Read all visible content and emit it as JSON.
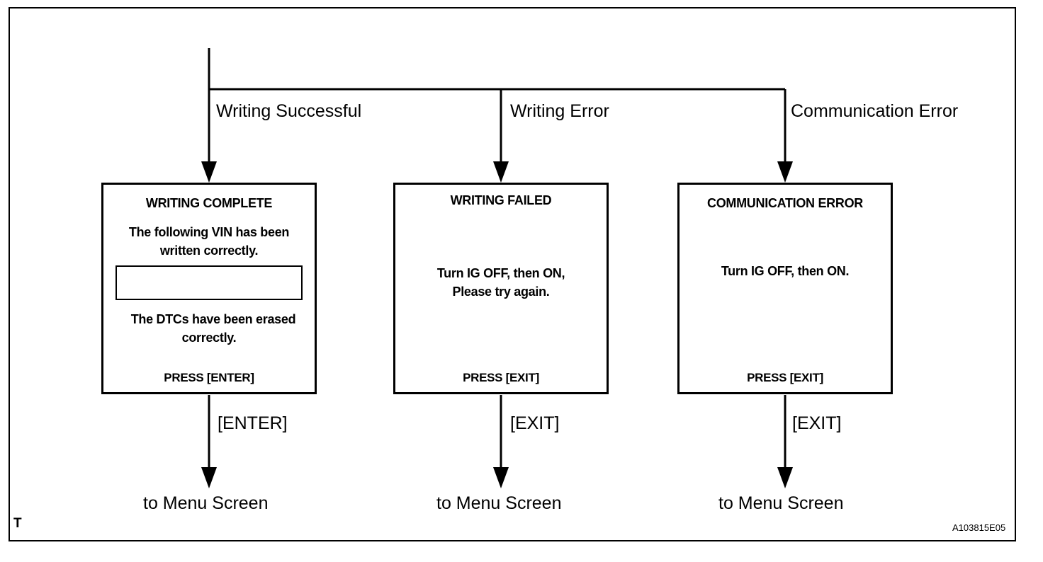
{
  "branches": [
    {
      "condition": "Writing Successful",
      "screen": {
        "title": "WRITING COMPLETE",
        "message_1": "The following VIN has been",
        "message_2": "written correctly.",
        "message_3": "The DTCs have been erased",
        "message_4": "correctly.",
        "prompt": "PRESS [ENTER]"
      },
      "key": "[ENTER]",
      "destination": "to Menu Screen"
    },
    {
      "condition": "Writing Error",
      "screen": {
        "title": "WRITING  FAILED",
        "message_1": "Turn IG OFF, then ON,",
        "message_2": "Please try again.",
        "prompt": "PRESS [EXIT]"
      },
      "key": "[EXIT]",
      "destination": "to Menu Screen"
    },
    {
      "condition": "Communication Error",
      "screen": {
        "title": "COMMUNICATION ERROR",
        "message_1": "Turn IG OFF, then ON.",
        "prompt": "PRESS [EXIT]"
      },
      "key": "[EXIT]",
      "destination": "to Menu Screen"
    }
  ],
  "footer": {
    "corner_mark": "T",
    "figure_code": "A103815E05"
  }
}
